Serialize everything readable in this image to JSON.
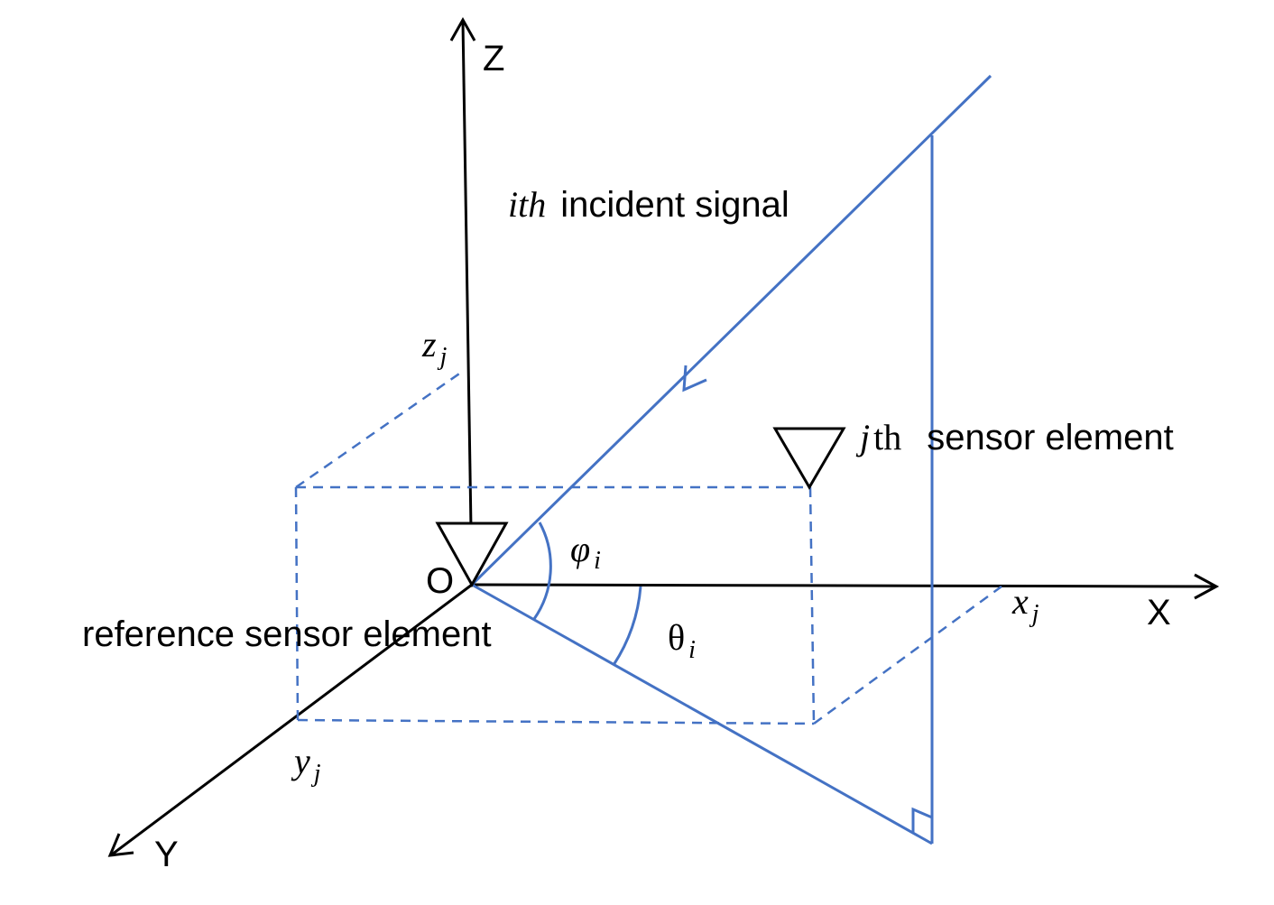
{
  "colors": {
    "axis": "#000000",
    "geometry": "#4472c4",
    "background": "#ffffff"
  },
  "axes": {
    "z": "Z",
    "x": "X",
    "y": "Y",
    "origin": "O"
  },
  "labels": {
    "signal_prefix": "ith",
    "signal_text": "incident signal",
    "jth_prefix": "j",
    "jth_th": "th",
    "jth_text": "sensor element",
    "reference": "reference sensor element"
  },
  "symbols": {
    "phi": "φ",
    "phi_sub": "i",
    "theta": "θ",
    "theta_sub": "i",
    "xj": "x",
    "xj_sub": "j",
    "yj": "y",
    "yj_sub": "j",
    "zj": "z",
    "zj_sub": "j"
  }
}
